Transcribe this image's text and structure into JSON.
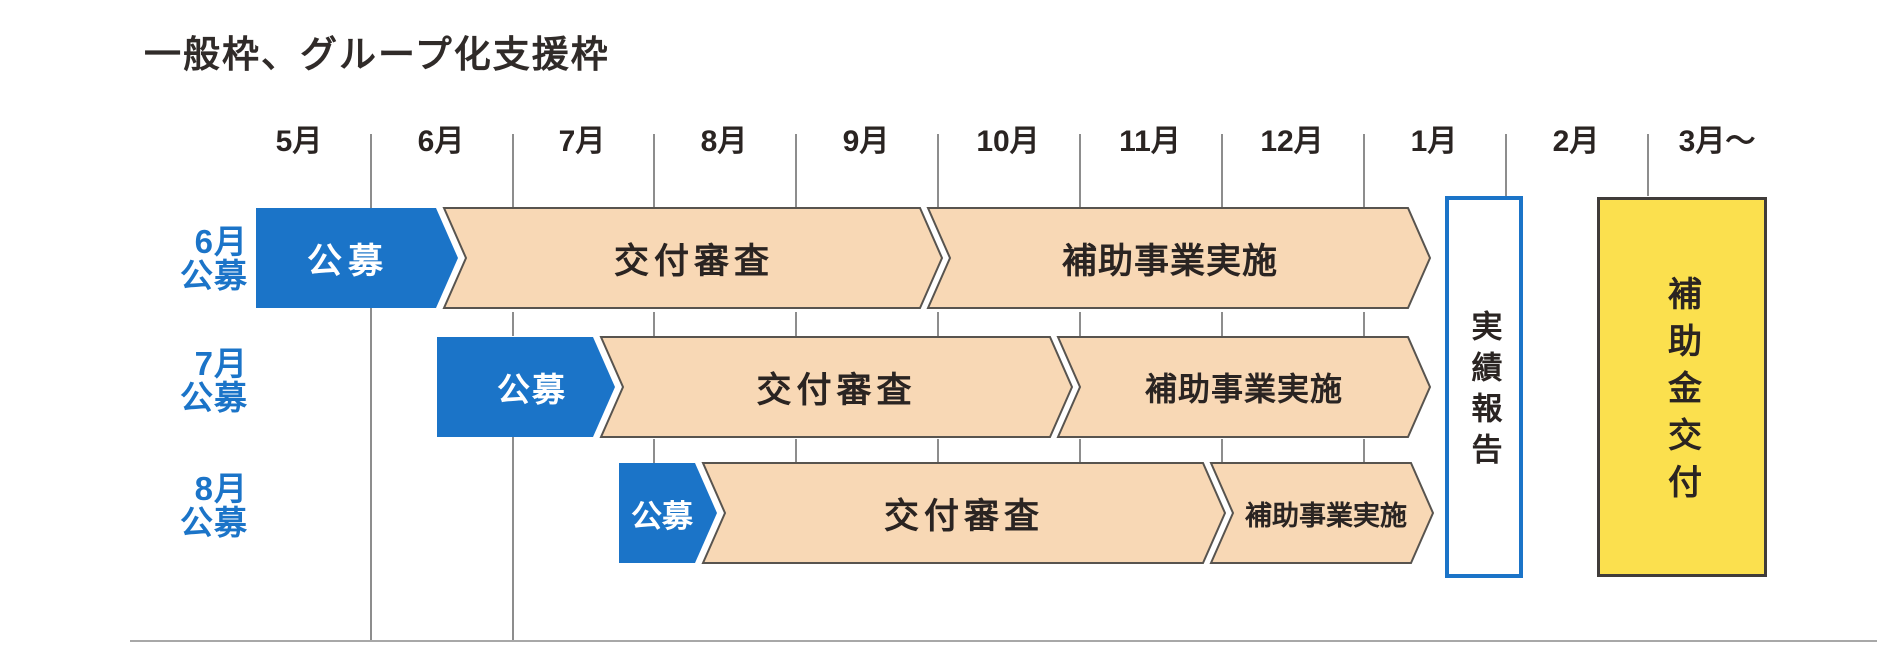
{
  "title": "一般枠、グループ化支援枠",
  "timeline": {
    "months": [
      "5月",
      "6月",
      "7月",
      "8月",
      "9月",
      "10月",
      "11月",
      "12月",
      "1月",
      "2月",
      "3月〜"
    ]
  },
  "rows": [
    {
      "label": [
        "6月",
        "公募"
      ],
      "bars": [
        {
          "label": "公募",
          "type": "application"
        },
        {
          "label": "交付審査",
          "type": "review"
        },
        {
          "label": "補助事業実施",
          "type": "implementation"
        }
      ]
    },
    {
      "label": [
        "7月",
        "公募"
      ],
      "bars": [
        {
          "label": "公募",
          "type": "application"
        },
        {
          "label": "交付審査",
          "type": "review"
        },
        {
          "label": "補助事業実施",
          "type": "implementation"
        }
      ]
    },
    {
      "label": [
        "8月",
        "公募"
      ],
      "bars": [
        {
          "label": "公募",
          "type": "application"
        },
        {
          "label": "交付審査",
          "type": "review"
        },
        {
          "label": "補助事業実施",
          "type": "implementation"
        }
      ]
    }
  ],
  "report_box": {
    "label": "実績報告"
  },
  "grant_box": {
    "label": "補助金交付"
  },
  "colors": {
    "accent_blue": "#1b74c8",
    "process_peach": "#f8d8b5",
    "grant_yellow": "#fbe04e",
    "text_dark": "#2a2422",
    "grid_gray": "#8d8d8d"
  }
}
